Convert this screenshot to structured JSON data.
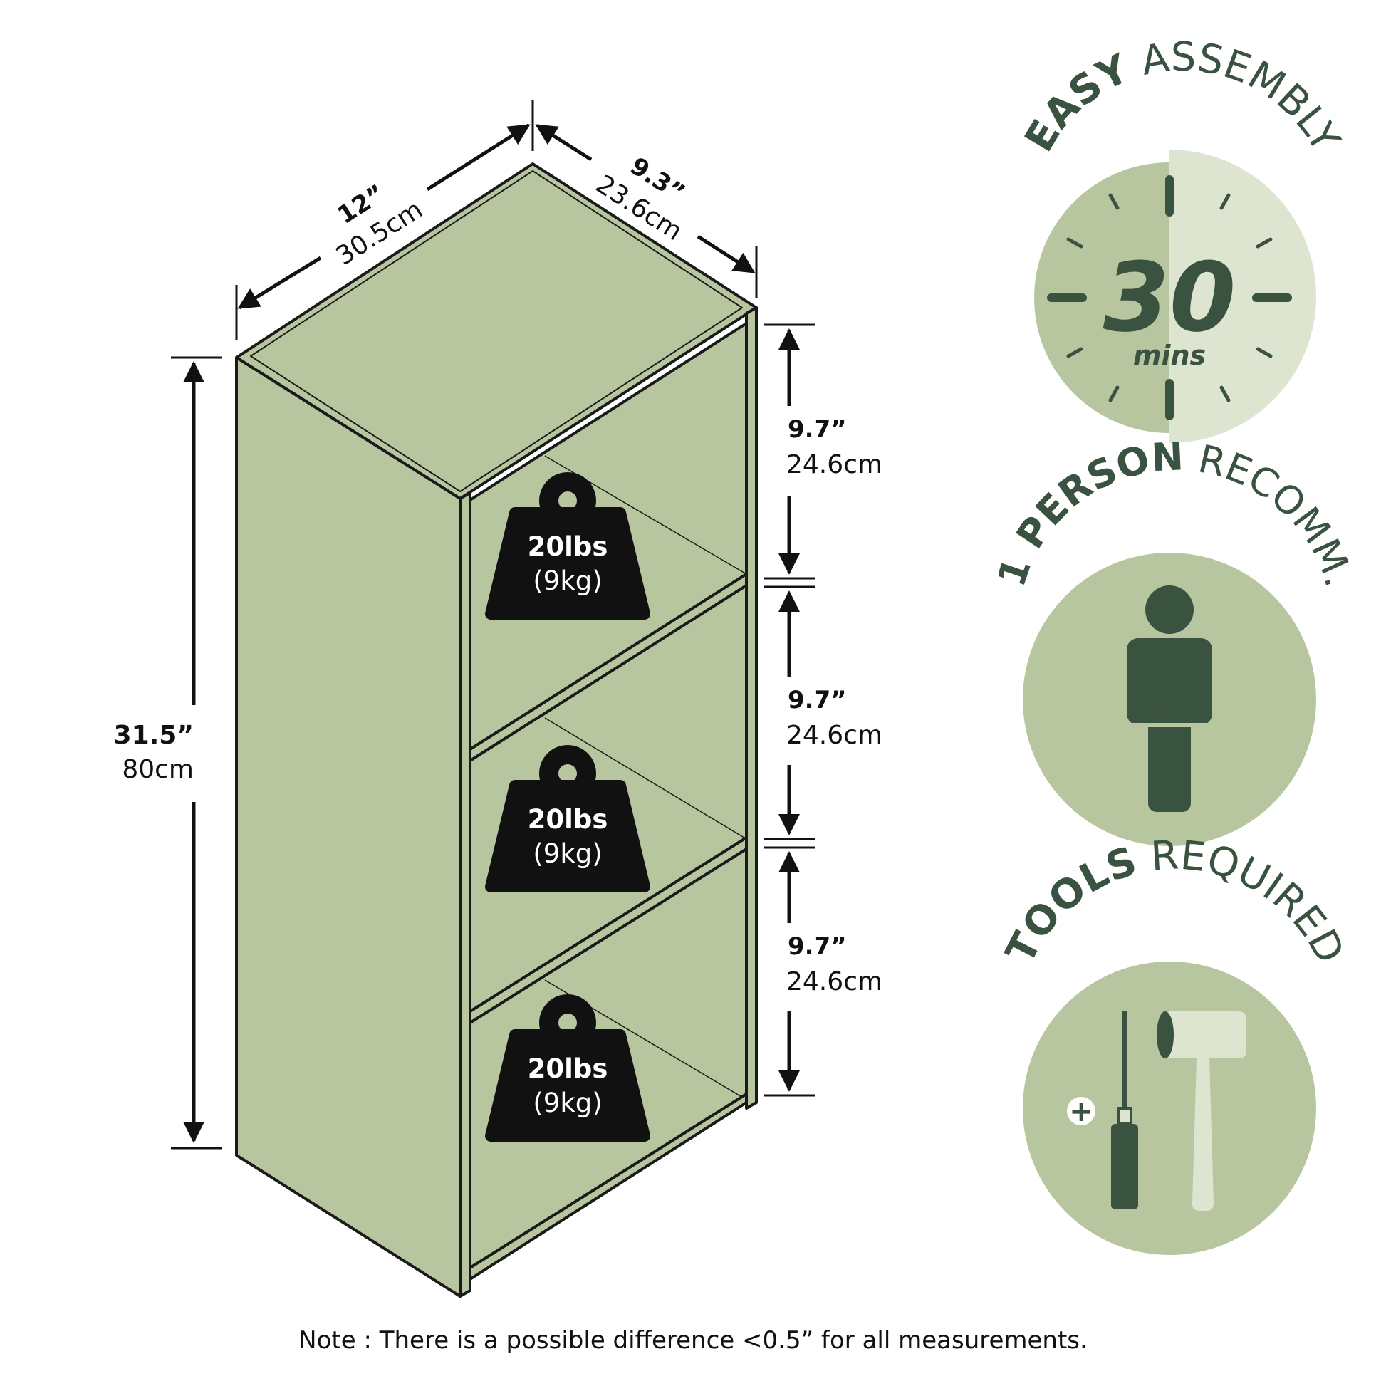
{
  "colors": {
    "panel": "#b8c69f",
    "dark_green": "#3a5240",
    "light_green": "#dde4cf",
    "outline": "#1a1a1a",
    "weight": "#111111"
  },
  "dimensions": {
    "width": {
      "imperial": "12”",
      "metric": "30.5cm"
    },
    "depth": {
      "imperial": "9.3”",
      "metric": "23.6cm"
    },
    "height": {
      "imperial": "31.5”",
      "metric": "80cm"
    },
    "compartments": [
      {
        "imperial": "9.7”",
        "metric": "24.6cm"
      },
      {
        "imperial": "9.7”",
        "metric": "24.6cm"
      },
      {
        "imperial": "9.7”",
        "metric": "24.6cm"
      }
    ]
  },
  "weights": [
    {
      "imperial": "20lbs",
      "metric": "(9kg)"
    },
    {
      "imperial": "20lbs",
      "metric": "(9kg)"
    },
    {
      "imperial": "20lbs",
      "metric": "(9kg)"
    }
  ],
  "badges": {
    "assembly": {
      "bold": "EASY",
      "light": " ASSEMBLY",
      "number": "30",
      "unit": "mins"
    },
    "person": {
      "bold": "1 PERSON",
      "light": " RECOMM.",
      "icon": "person-icon"
    },
    "tools": {
      "bold": "TOOLS",
      "light": " REQUIRED",
      "icons": [
        "screwdriver-icon",
        "mallet-icon"
      ],
      "plus": "+"
    }
  },
  "note": "Note : There is a possible difference <0.5” for all measurements."
}
